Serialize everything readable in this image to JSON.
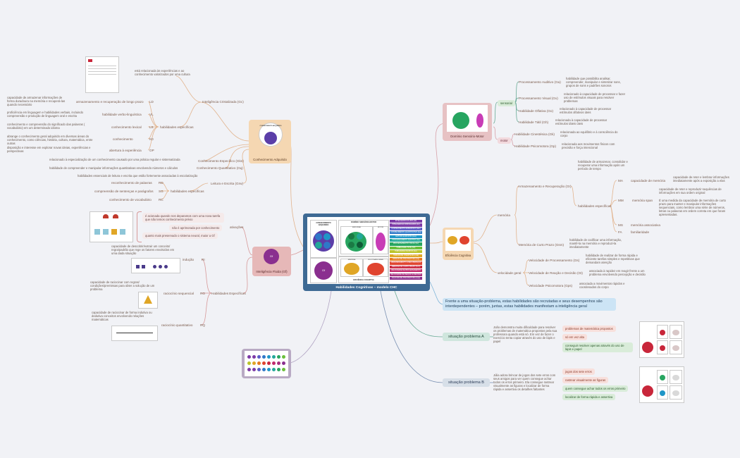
{
  "center": {
    "title": "Habilidades Cognitivas – modelo CHC"
  },
  "colors": {
    "gc": "#f5d7b2",
    "gf": "#e6b8b8",
    "ds": "#e7c2c4",
    "ec": "#f5d7b2",
    "sitA": "#cfe6dd",
    "sitB": "#d7dfe8",
    "note": "#cce4f5"
  },
  "topics": {
    "gc": "Conhecimento Adquirido",
    "gf": "Inteligência Fluida (Gf)",
    "ds": "Domínio Sensório-Motor",
    "ec": "Eficiência Cognitiva"
  },
  "gc_branch": {
    "crystal": "Inteligência Cristalizada (Gc)",
    "crystal_desc": "está relacionada às experiências e ao conhecimento valorizados por uma cultura",
    "specific": "habilidades específicas",
    "items": [
      {
        "code": "LD",
        "name": "armazenamento e recuperação de longo prazo",
        "desc": "capacidade de armazenar informações de forma duradoura na memória e recuperá-las quando necessário"
      },
      {
        "code": "VL",
        "name": "habilidade verbo-linguística",
        "desc": "proficiência em linguagem e habilidades verbais, incluindo compreensão e produção de linguagem oral e escrita"
      },
      {
        "code": "LS",
        "name": "conhecimento lexical",
        "desc": "conhecimento e compreensão do significado das palavras ( vocabulário) em um determinado idioma"
      },
      {
        "code": "K0",
        "name": "conhecimento",
        "desc": "abrange o conhecimento geral adquirido em diversas áreas do conhecimento, como ciências, história, cultura, matemática, entre outras"
      },
      {
        "code": "OP",
        "name": "abertura à experiência",
        "desc": "disposição e interesse em explorar novas ideias, experiências e perspectivas"
      }
    ],
    "gkn": "Conhecimento Específico (Gkn)",
    "gkn_desc": "relacionado à especialização de um conhecimento causado por uma prática regular e sistematizada",
    "gq": "Conhecimento Quantitativo (Gq)",
    "gq_desc": "habilidade de compreender e manipular informações quantitativas envolvendo números e cálculos",
    "grw": "Leitura e Escrita (Grw)",
    "grw_desc": "habilidades essenciais de leitura e escrita que estão fortemente associadas à escolarização",
    "grw_spec": "habilidades específicas",
    "grw_items": [
      {
        "code": "RD",
        "name": "reconhecimento de palavras"
      },
      {
        "code": "SG",
        "name": "compreensão de sentenças e parágrafos"
      },
      {
        "code": "RC",
        "name": "conhecimento de vocabulário"
      }
    ]
  },
  "gf_branch": {
    "activation": "ativações",
    "act_items": [
      "é acionada quando nos deparamos com uma nova tarefa que não temos conhecimento prévio",
      "não é aprimorada por conhecimento",
      "quanto mais preservado o sistema neural, maior a Gf"
    ],
    "specific": "Habilidades Específicas",
    "items": [
      {
        "code": "RI",
        "name": "indução",
        "desc": "capacidade de descobrir/extrair um conceito/ regra/padrão que rege os fatores envolvidos em uma dada situação"
      },
      {
        "code": "RG",
        "name": "raciocínio sequencial",
        "desc": "capacidade de raciocinar com regras/ condições/premissas para obter a solução de um problema"
      },
      {
        "code": "RQ",
        "name": "raciocínio quantitativo",
        "desc": "capacidade de raciocinar de forma indutiva ou dedutiva conceitos envolvendo relações matemáticas"
      }
    ]
  },
  "ds_branch": {
    "sensorial": "sensorial",
    "motor": "motor",
    "sens_items": [
      {
        "name": "Processamento Auditivo (Ga)",
        "desc": "habilidade que possibilita analisar, compreender, manipular e sintetizar sons, grupos de sons e padrões sonoros"
      },
      {
        "name": "Processamento Visual (Gv)",
        "desc": "relacionado à capacidade de processar e fazer uso de estímulos visuais para resolver problemas"
      },
      {
        "name": "Habilidade Olfativa (Go)",
        "desc": "relacionado à capacidade de processar estímulos olfativos úteis"
      },
      {
        "name": "Habilidade Tátil (Gh)",
        "desc": "relacionada à capacidade de processar estímulos táteis úteis"
      }
    ],
    "motor_items": [
      {
        "name": "Habilidade Cinestésica (Gk)",
        "desc": "relacionada ao equilíbrio e à consciência do corpo"
      },
      {
        "name": "Habilidade Psicomotora (Gp)",
        "desc": "relacionada aos movimentos físicos com precisão e força intencional"
      }
    ]
  },
  "ec_branch": {
    "memory": "memória",
    "ar": "Armazenamento e Recuperação (Gr)",
    "ar_desc": "habilidade de armazenar, consolidar e recuperar uma informação após um período de tempo",
    "ar_spec": "habilidades específicas",
    "ms": [
      {
        "code": "MA",
        "name": "capacidade de memória",
        "desc": "capacidade de reter e lembrar informações imediatamente após a exposição a elas"
      },
      {
        "code": "MM",
        "name": "memória span",
        "desc": "capacidade de reter e reproduzir sequências de informações em sua ordem original"
      },
      {
        "code": "MS",
        "name": "memória associativa",
        "desc": ""
      },
      {
        "code": "FA",
        "name": "familiaridade",
        "desc": ""
      }
    ],
    "mm_extra": "É uma medida da capacidade de memória de curto prazo para manter e manipular informações sequenciais, como lembrar uma série de números, letras ou palavras em ordem correta em que foram apresentadas.",
    "gsm": "Memória de Curto Prazo (Gsm)",
    "gsm_desc": "habilidade de codificar uma informação, mantê-la na memória e reproduzi-la imediatamente",
    "speed": "velocidade geral",
    "speed_items": [
      {
        "name": "Velocidade de Processamento (Gs)",
        "desc": "habilidade de realizar de forma rápida e eficiente tarefas simples e repetitivas que demandam atenção"
      },
      {
        "name": "Velocidade de Reação e Decisão (Gt)",
        "desc": "associada à rapidez em reagir frente a um problema envolvendo percepção e decisão"
      },
      {
        "name": "Velocidade Psicomotora (Gps)",
        "desc": "associada a movimentos rápidos e coordenados do corpo"
      }
    ]
  },
  "note": "Frente a uma situação-problema, estas habilidades são recrutadas e seus desempenhos são interdependentes – porém, juntas, estas habilidades manifestam a inteligência geral",
  "sitA": {
    "label": "situação problema A",
    "desc": "João demonstra muita dificuldade para resolver os problemas de matemática propostos pela sua professora quando está só. Em vez de fazer o exercício tenta copiar através do uso de lápis e papel",
    "tags": [
      "problemas de matemática propostos",
      "só em vez alta",
      "conseguir resolver apenas através do uso de lápis e papel"
    ]
  },
  "sitB": {
    "label": "situação problema B",
    "desc": "Júlia adora brincar de jogos dos sete erros com seus amigos para ver quem consegue achar todos os erros primeiro. Ela consegue rastrear visualmente as figuras e localizar de forma rápida e assertiva os detalhes faltantes",
    "tags": [
      "jogos dos sete erros",
      "rastrear visualmente as figuras",
      "quem consegue achar todos os erros primeiro",
      "localizar de forma rápida e assertiva"
    ]
  },
  "thumb": {
    "gc_circle": "CONHECIMENTO ADQUIRIDO",
    "ds_title": "DOMÍNIO SENSÓRIO-MOTOR",
    "ds_sens": "SENSORIAL",
    "ds_motor": "MOTOR",
    "ec_mem": "MEMÓRIA",
    "ec_vel": "VELOCIDADE GERAL",
    "ec_title": "EFICIÊNCIA COGNITIVA",
    "gf": "Gf",
    "bands": [
      "INTELIGÊNCIA FLUIDA (Gf)",
      "INTELIGÊNCIA CRISTALIZADA (Gc)",
      "CONHECIMENTO ESPECÍFICO (Gkn)",
      "CONHECIMENTO QUANTITATIVO (Gq)",
      "LEITURA E ESCRITA (Grw)",
      "PROCESSAMENTO AUDITIVO (Ga)",
      "PROCESSAMENTO VISUAL (Gv)",
      "HABILIDADE TÁTIL (Gh)",
      "HABILIDADE OLFATIVA (Go)",
      "HABILIDADE CINESTÉSICA (Gk)",
      "HABILIDADE PSICOMOTORA (Gp)",
      "ARMAZENAMENTO E RECUPERAÇÃO (Gr)",
      "MEMÓRIA DE CURTO PRAZO (Gsm)",
      "VELOCIDADE DE PROCESSAMENTO (Gs)",
      "VELOCIDADE DE REAÇÃO E DECISÃO (Gt)",
      "VELOCIDADE PSICOMOTORA (Gps)"
    ],
    "band_colors": [
      "#7d3aa6",
      "#7d3aa6",
      "#5b5bc6",
      "#2f78c8",
      "#1f96c7",
      "#23a89a",
      "#27a560",
      "#6abf3a",
      "#b9c42c",
      "#e0a626",
      "#e57a22",
      "#e0442f",
      "#c9263f",
      "#c12a6d",
      "#a6307f",
      "#8a2f8f"
    ]
  }
}
